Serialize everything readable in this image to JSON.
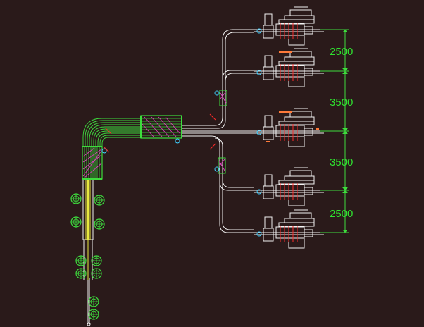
{
  "colors": {
    "background": "#2a1a1a",
    "pipe": "#f2f2f2",
    "bundle": "#3ddc3d",
    "hatch": "#e040c0",
    "accent": "#ff2a2a",
    "dimension": "#2fe02f",
    "support": "#3fd0ff",
    "yellow": "#e8e840"
  },
  "dimensions": [
    {
      "label": "2500"
    },
    {
      "label": "3500"
    },
    {
      "label": "3500"
    },
    {
      "label": "2500"
    }
  ]
}
